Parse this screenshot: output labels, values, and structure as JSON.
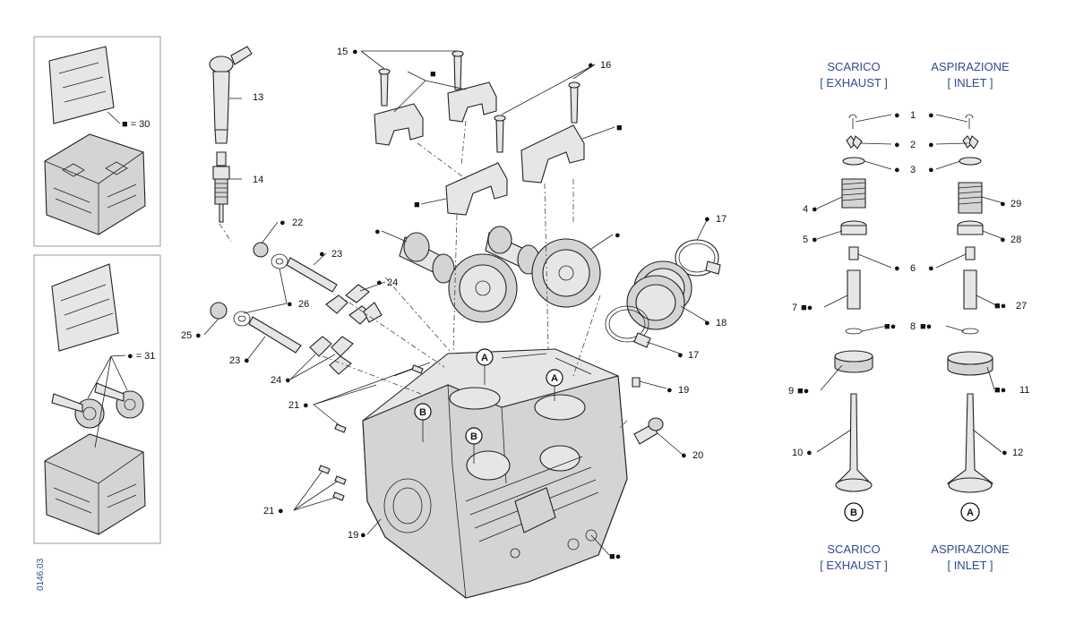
{
  "sheet_code": "0146.03",
  "titles": {
    "exhaust_top_it": "SCARICO",
    "exhaust_top_en": "[ EXHAUST ]",
    "inlet_top_it": "ASPIRAZIONE",
    "inlet_top_en": "[ INLET ]",
    "exhaust_bottom_it": "SCARICO",
    "exhaust_bottom_en": "[ EXHAUST ]",
    "inlet_bottom_it": "ASPIRAZIONE",
    "inlet_bottom_en": "[ INLET ]"
  },
  "kit_labels": {
    "kit30": "■ = 30",
    "kit31": "● = 31"
  },
  "circle_letters": {
    "A": "A",
    "B": "B"
  },
  "callouts": {
    "c1": "1",
    "c2": "2",
    "c3": "3",
    "c4": "4",
    "c5": "5",
    "c6": "6",
    "c7": "7",
    "c8": "8",
    "c9": "9",
    "c10": "10",
    "c11": "11",
    "c12": "12",
    "c13": "13",
    "c14": "14",
    "c15": "15",
    "c16": "16",
    "c17a": "17",
    "c17b": "17",
    "c18": "18",
    "c19a": "19",
    "c19b": "19",
    "c20": "20",
    "c21a": "21",
    "c21b": "21",
    "c22": "22",
    "c23a": "23",
    "c23b": "23",
    "c24a": "24",
    "c24b": "24",
    "c25": "25",
    "c26": "26",
    "c27": "27",
    "c28": "28",
    "c29": "29"
  },
  "markers": {
    "dot": "●",
    "square": "■",
    "square_dot": "■●"
  }
}
